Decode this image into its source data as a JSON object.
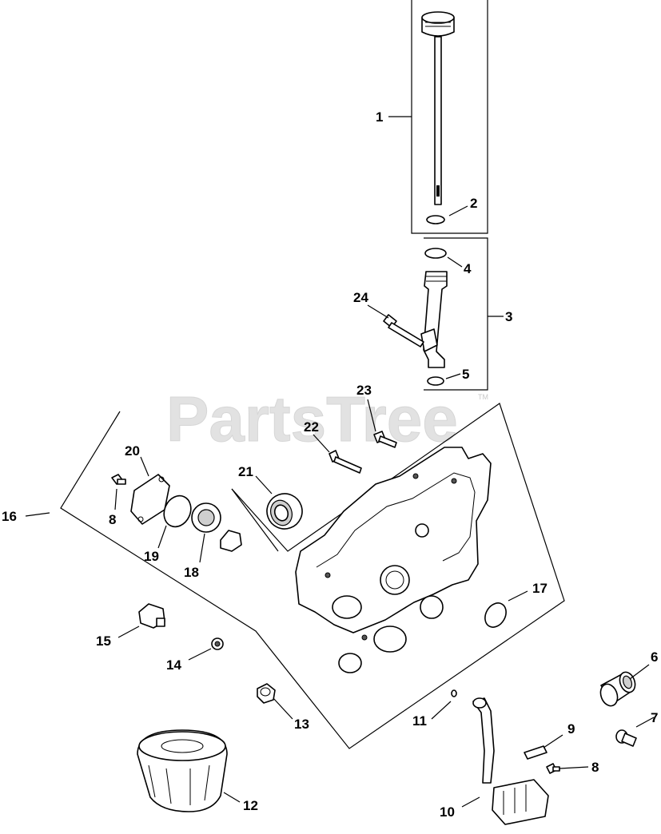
{
  "watermark": {
    "text": "PartsTree",
    "trademark": "TM"
  },
  "callouts": {
    "c1": "1",
    "c2": "2",
    "c3": "3",
    "c4": "4",
    "c5": "5",
    "c6": "6",
    "c7": "7",
    "c8a": "8",
    "c8b": "8",
    "c9": "9",
    "c10": "10",
    "c11": "11",
    "c12": "12",
    "c13": "13",
    "c14": "14",
    "c15": "15",
    "c16": "16",
    "c17": "17",
    "c18": "18",
    "c19": "19",
    "c20": "20",
    "c21": "21",
    "c22": "22",
    "c23": "23",
    "c24": "24"
  }
}
